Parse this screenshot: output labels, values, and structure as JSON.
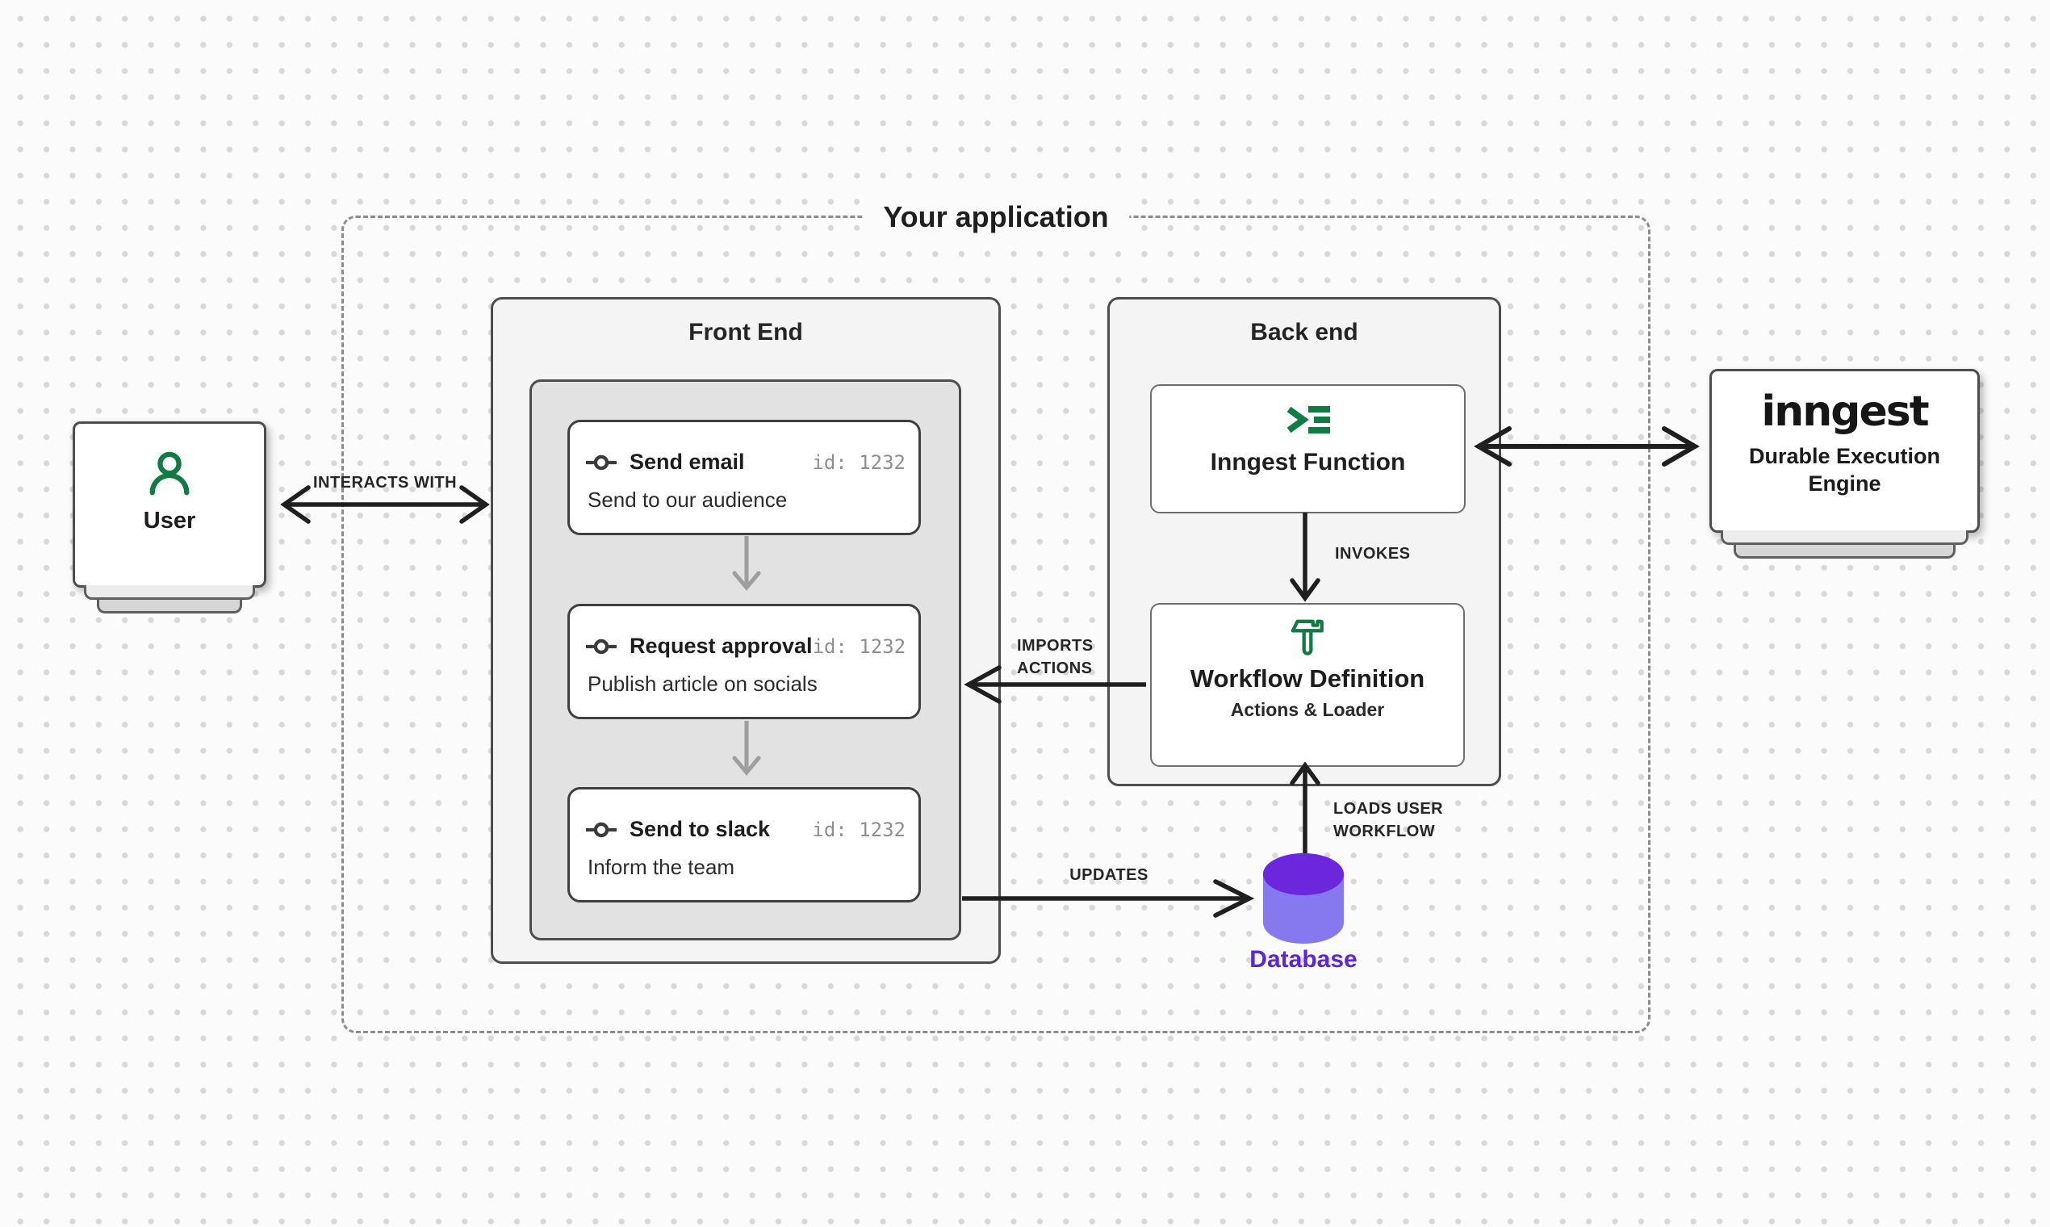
{
  "application_container": {
    "label": "Your application"
  },
  "user_node": {
    "label": "User"
  },
  "front_end": {
    "title": "Front End",
    "steps": [
      {
        "title": "Send email",
        "id": "id: 1232",
        "description": "Send to our audience"
      },
      {
        "title": "Request approval",
        "id": "id: 1232",
        "description": "Publish article on socials"
      },
      {
        "title": "Send to slack",
        "id": "id: 1232",
        "description": "Inform the team"
      }
    ]
  },
  "back_end": {
    "title": "Back end",
    "inngest_function_label": "Inngest Function",
    "workflow_definition_title": "Workflow Definition",
    "workflow_definition_subtitle": "Actions & Loader"
  },
  "database": {
    "label": "Database"
  },
  "inngest_engine": {
    "logo": "inngest",
    "subtitle": "Durable Execution Engine"
  },
  "edge_labels": {
    "interacts_with": "INTERACTS WITH",
    "invokes": "INVOKES",
    "imports_actions": "IMPORTS\nACTIONS",
    "updates": "UPDATES",
    "loads_user_workflow": "LOADS USER\nWORKFLOW"
  },
  "colors": {
    "icon_green": "#107c44",
    "database_top": "#6c26dc",
    "database_body": "#8679ef",
    "database_label": "#5b26d6",
    "arrow_black": "#1f1f1f",
    "arrow_gray": "#9e9e9e",
    "box_fill": "#f4f4f4",
    "panel_fill": "#e2e2e2"
  }
}
